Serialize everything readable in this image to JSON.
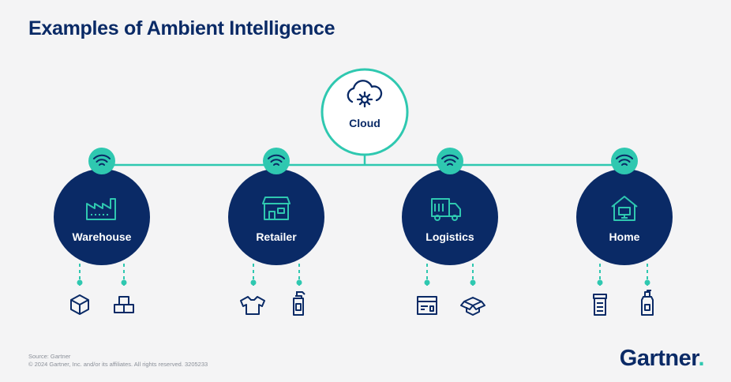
{
  "title": "Examples of Ambient Intelligence",
  "hub": {
    "label": "Cloud",
    "icon": "cloud-gear-icon"
  },
  "nodes": [
    {
      "label": "Warehouse",
      "icon": "factory-icon",
      "devices": [
        "package-box-icon",
        "stacked-boxes-icon"
      ]
    },
    {
      "label": "Retailer",
      "icon": "storefront-icon",
      "devices": [
        "shirt-icon",
        "spray-bottle-icon"
      ]
    },
    {
      "label": "Logistics",
      "icon": "delivery-truck-icon",
      "devices": [
        "shipping-box-icon",
        "open-box-icon"
      ]
    },
    {
      "label": "Home",
      "icon": "house-screen-icon",
      "devices": [
        "medicine-jar-icon",
        "pump-bottle-icon"
      ]
    }
  ],
  "connector_icon": "wifi-icon",
  "footer": {
    "source": "Source: Gartner",
    "copyright": "© 2024 Gartner, Inc. and/or its affiliates. All rights reserved. 3205233"
  },
  "brand": {
    "name": "Gartner"
  },
  "colors": {
    "navy": "#0a2a66",
    "teal": "#2fc8b0",
    "background": "#f4f4f5"
  }
}
